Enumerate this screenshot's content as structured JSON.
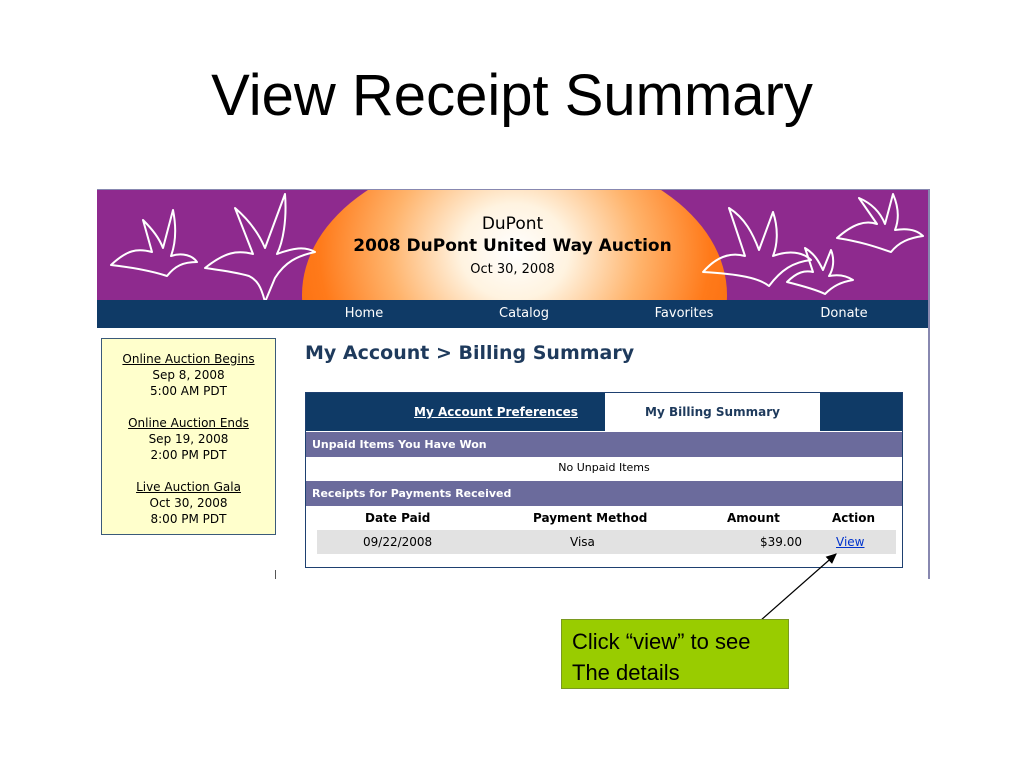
{
  "slide": {
    "title": "View Receipt Summary"
  },
  "banner": {
    "org": "DuPont",
    "title": "2008 DuPont United Way Auction",
    "date": "Oct 30, 2008"
  },
  "nav": {
    "items": [
      "Home",
      "Catalog",
      "Favorites",
      "Donate"
    ]
  },
  "sidebar": {
    "events": [
      {
        "label": "Online Auction Begins",
        "date": "Sep 8, 2008",
        "time": "5:00 AM PDT"
      },
      {
        "label": "Online Auction Ends",
        "date": "Sep 19, 2008",
        "time": "2:00 PM PDT"
      },
      {
        "label": "Live Auction Gala",
        "date": "Oct 30, 2008",
        "time": "8:00 PM PDT"
      }
    ]
  },
  "main": {
    "heading": "My Account > Billing Summary",
    "tabs": [
      "My Account Preferences",
      "My Billing Summary"
    ],
    "unpaid": {
      "header": "Unpaid Items You Have Won",
      "empty_text": "No Unpaid Items"
    },
    "receipts": {
      "header": "Receipts for Payments Received",
      "columns": [
        "Date Paid",
        "Payment Method",
        "Amount",
        "Action"
      ],
      "rows": [
        {
          "date": "09/22/2008",
          "method": "Visa",
          "amount": "$39.00",
          "action": "View"
        }
      ]
    }
  },
  "callout": {
    "line1": "Click “view” to see",
    "line2": "The details"
  },
  "colors": {
    "banner": "#8e2a8e",
    "nav": "#0f3a66",
    "section": "#6b6b9c",
    "sidebar": "#ffffcc",
    "callout": "#99cc00"
  }
}
